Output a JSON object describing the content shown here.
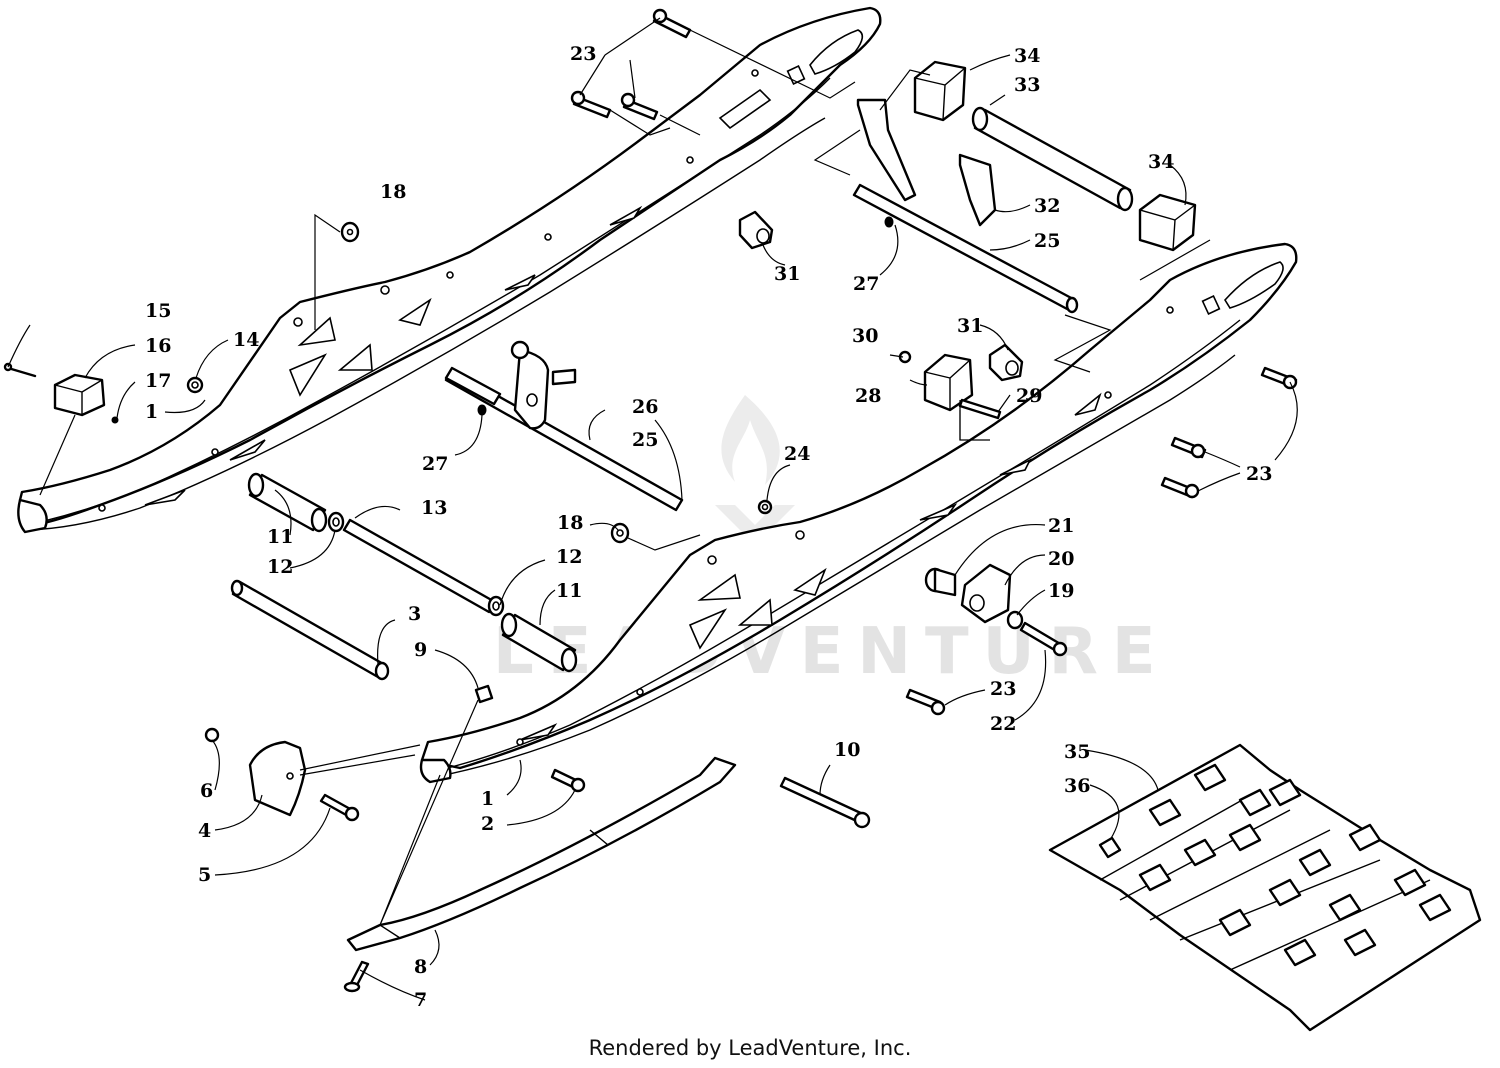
{
  "watermark_text": "LEADVENTURE",
  "footer_text": "Rendered by LeadVenture, Inc.",
  "callouts": [
    {
      "key": "c1a",
      "label": "1"
    },
    {
      "key": "c1b",
      "label": "1"
    },
    {
      "key": "c2",
      "label": "2"
    },
    {
      "key": "c3",
      "label": "3"
    },
    {
      "key": "c4",
      "label": "4"
    },
    {
      "key": "c5",
      "label": "5"
    },
    {
      "key": "c6",
      "label": "6"
    },
    {
      "key": "c7",
      "label": "7"
    },
    {
      "key": "c8",
      "label": "8"
    },
    {
      "key": "c9",
      "label": "9"
    },
    {
      "key": "c10",
      "label": "10"
    },
    {
      "key": "c11a",
      "label": "11"
    },
    {
      "key": "c11b",
      "label": "11"
    },
    {
      "key": "c12a",
      "label": "12"
    },
    {
      "key": "c12b",
      "label": "12"
    },
    {
      "key": "c13",
      "label": "13"
    },
    {
      "key": "c14",
      "label": "14"
    },
    {
      "key": "c15",
      "label": "15"
    },
    {
      "key": "c16",
      "label": "16"
    },
    {
      "key": "c17",
      "label": "17"
    },
    {
      "key": "c18a",
      "label": "18"
    },
    {
      "key": "c18b",
      "label": "18"
    },
    {
      "key": "c19",
      "label": "19"
    },
    {
      "key": "c20",
      "label": "20"
    },
    {
      "key": "c21",
      "label": "21"
    },
    {
      "key": "c22",
      "label": "22"
    },
    {
      "key": "c23a",
      "label": "23"
    },
    {
      "key": "c23b",
      "label": "23"
    },
    {
      "key": "c23c",
      "label": "23"
    },
    {
      "key": "c24",
      "label": "24"
    },
    {
      "key": "c25a",
      "label": "25"
    },
    {
      "key": "c25b",
      "label": "25"
    },
    {
      "key": "c26",
      "label": "26"
    },
    {
      "key": "c27a",
      "label": "27"
    },
    {
      "key": "c27b",
      "label": "27"
    },
    {
      "key": "c28",
      "label": "28"
    },
    {
      "key": "c29",
      "label": "29"
    },
    {
      "key": "c30",
      "label": "30"
    },
    {
      "key": "c31a",
      "label": "31"
    },
    {
      "key": "c31b",
      "label": "31"
    },
    {
      "key": "c32",
      "label": "32"
    },
    {
      "key": "c33",
      "label": "33"
    },
    {
      "key": "c34a",
      "label": "34"
    },
    {
      "key": "c34b",
      "label": "34"
    },
    {
      "key": "c35",
      "label": "35"
    },
    {
      "key": "c36",
      "label": "36"
    }
  ]
}
